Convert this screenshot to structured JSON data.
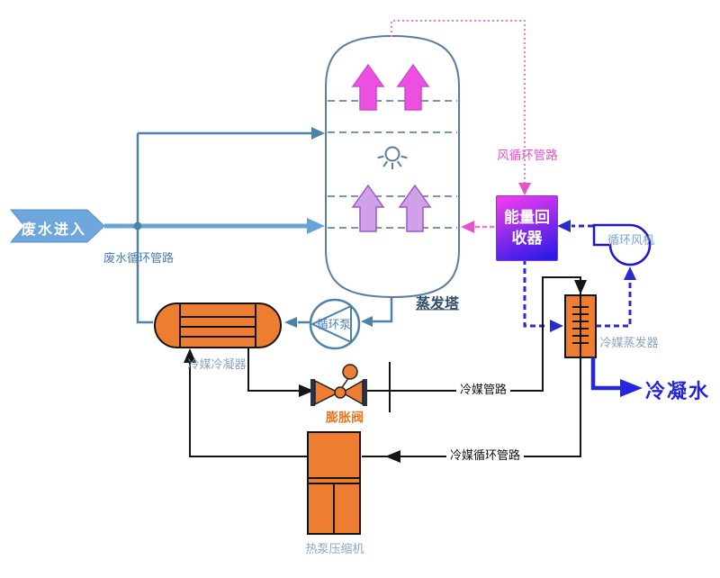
{
  "nodes": {
    "waste_inlet": {
      "label": "废水进入"
    },
    "evaporation_tower": {
      "label": "蒸发塔"
    },
    "energy_recovery": {
      "label": "能量回收器"
    },
    "circulation_fan": {
      "label": "循环风机"
    },
    "refrigerant_evaporator": {
      "label": "冷媒蒸发器"
    },
    "refrigerant_condenser": {
      "label": "冷媒冷凝器"
    },
    "circulation_pump": {
      "label": "循环泵"
    },
    "expansion_valve": {
      "label": "膨胀阀"
    },
    "heat_pump_compressor": {
      "label": "热泵压缩机"
    }
  },
  "pipes": {
    "waste_circulation": {
      "label": "废水循环管路"
    },
    "air_circulation": {
      "label": "风循环管路"
    },
    "refrigerant_pipe": {
      "label": "冷媒管路"
    },
    "refrigerant_circulation": {
      "label": "冷媒循环管路"
    },
    "condensate_output": {
      "label": "冷凝水"
    }
  },
  "colors": {
    "waste_water_line": "#4e81a8",
    "waste_inlet_fill": "#6da7dc",
    "air_blue_dashed": "#2a2ad0",
    "air_magenta_dotted": "#ee6fd9",
    "refrigerant_line": "#141414",
    "equipment_orange": "#ed7d31",
    "condensate_blue": "#2626e0",
    "energy_box_top": "#ee3cee",
    "energy_box_bottom": "#2a1ae8",
    "vapor_arrow_bright": "#ee4fe0",
    "vapor_arrow_light": "#d0a0e8"
  }
}
